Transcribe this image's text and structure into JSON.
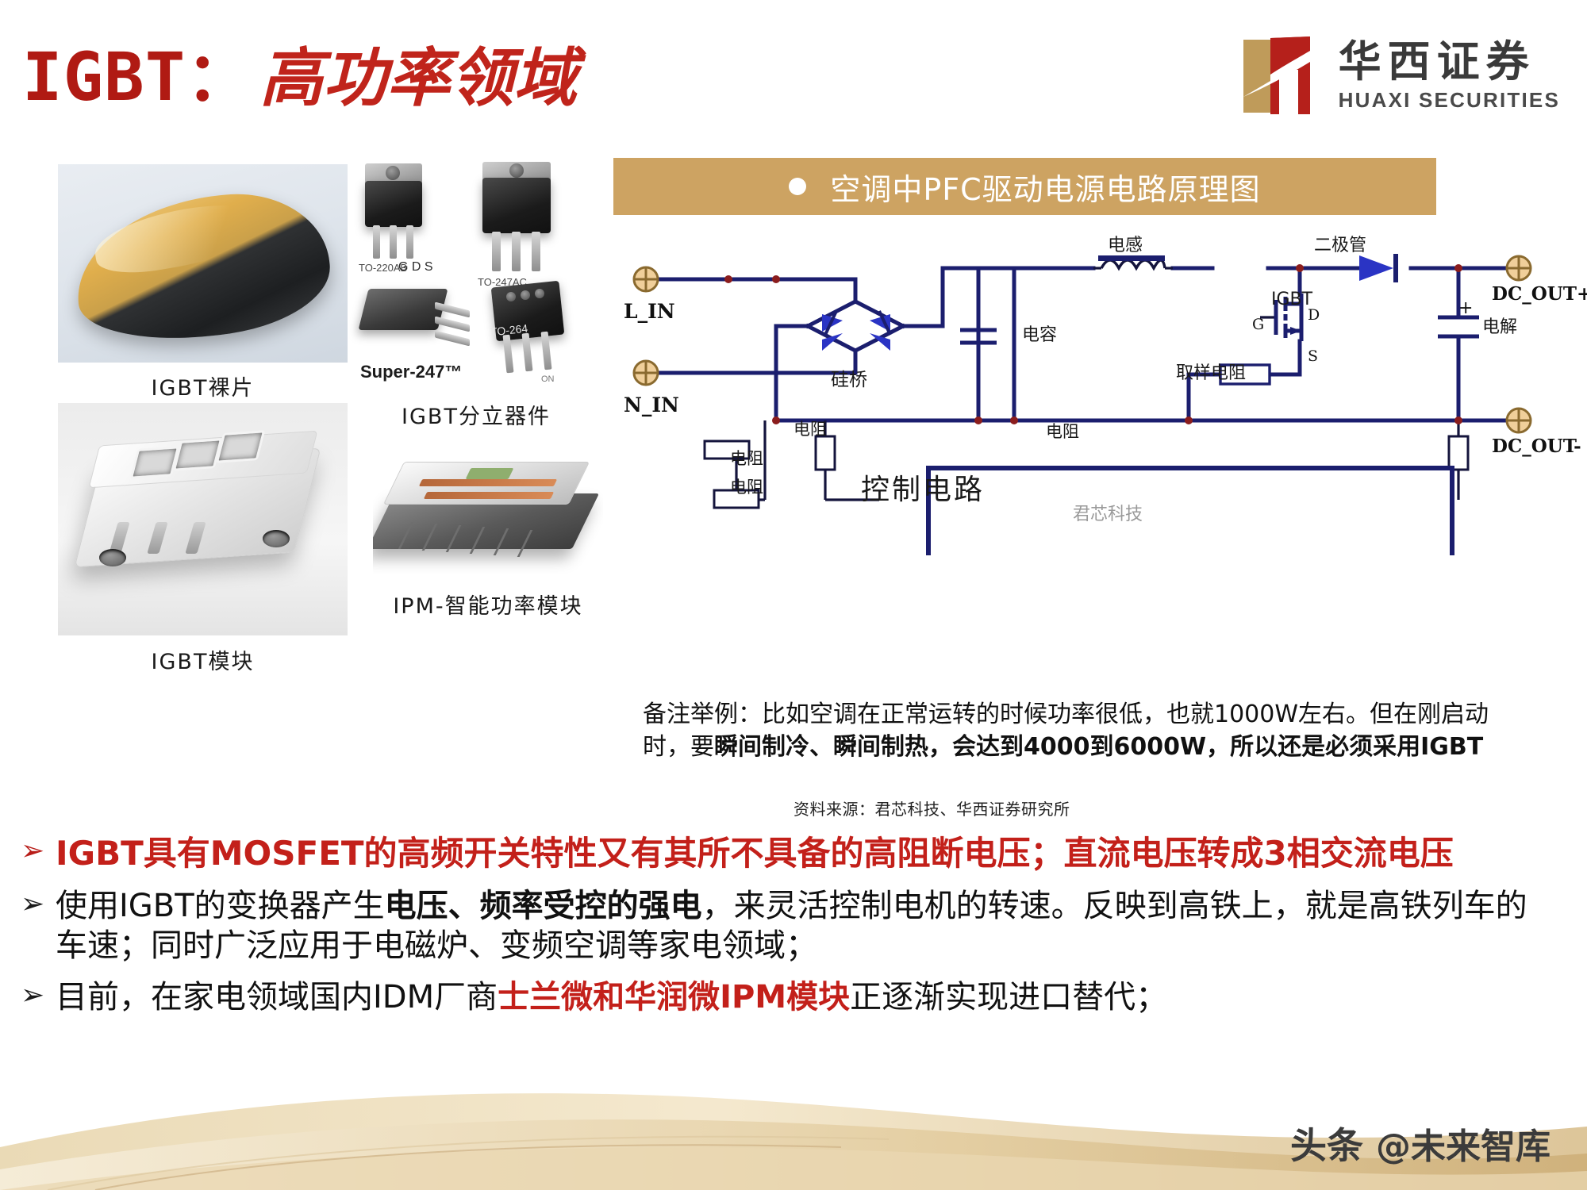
{
  "slide": {
    "title_en": "IGBT：",
    "title_cn": "高功率领域"
  },
  "logo": {
    "cn": "华西证券",
    "en": "HUAXI SECURITIES",
    "gold": "#bf9b5a",
    "red": "#b5201b"
  },
  "left_panel": {
    "captions": [
      {
        "key": "die",
        "text": "IGBT裸片"
      },
      {
        "key": "discrete",
        "text": "IGBT分立器件"
      },
      {
        "key": "module",
        "text": "IGBT模块"
      },
      {
        "key": "ipm",
        "text": "IPM-智能功率模块"
      }
    ],
    "package_labels": {
      "to220": "TO-220AB",
      "to220_pins": "G D S",
      "to247": "TO-247AC",
      "super247": "Super-247™",
      "to264": "TO-264",
      "on": "ON"
    }
  },
  "right_panel": {
    "header": {
      "bullet_icon": "filled-circle-icon",
      "title": "空调中PFC驱动电源电路原理图",
      "bg_color": "#cda362"
    },
    "circuit_labels": {
      "l_in": "L_IN",
      "n_in": "N_IN",
      "bridge": "硅桥",
      "capacitor": "电容",
      "inductor": "电感",
      "diode": "二极管",
      "igbt": "IGBT",
      "igbt_g": "G",
      "igbt_d": "D",
      "igbt_s": "S",
      "dc_out_pos": "DC_OUT+",
      "dc_out_neg": "DC_OUT-",
      "electrolytic": "电解",
      "electrolytic_plus": "+",
      "sample_resistor": "取样电阻",
      "resistor": "电阻",
      "control_circuit": "控制电路",
      "wechat_watermark": "君芯科技"
    },
    "note": {
      "plain_1": "备注举例：比如空调在正常运转的时候功率很低，也就1000W左右。但在刚启动时，要",
      "bold_1": "瞬间制冷、瞬间制热，会达到4000到6000W，所以还是必须采用IGBT"
    },
    "source": "资料来源：君芯科技、华西证券研究所"
  },
  "bullets": [
    {
      "marker": "➢",
      "style": "red",
      "text": "IGBT具有MOSFET的高频开关特性又有其所不具备的高阻断电压；直流电压转成3相交流电压"
    },
    {
      "marker": "➢",
      "style": "dark",
      "segments": [
        {
          "t": "使用IGBT的变换器产生",
          "w": "normal"
        },
        {
          "t": "电压、频率受控的强电",
          "w": "bold"
        },
        {
          "t": "，来灵活控制电机的转速。反映到高铁上，就是高铁列车的车速；同时广泛应用于电磁炉、变频空调等家电领域；",
          "w": "normal"
        }
      ]
    },
    {
      "marker": "➢",
      "style": "dark",
      "segments": [
        {
          "t": "目前，在家电领域国内IDM厂商",
          "w": "normal"
        },
        {
          "t": "士兰微和华润微IPM模块",
          "w": "hl"
        },
        {
          "t": "正逐渐实现进口替代；",
          "w": "normal"
        }
      ]
    }
  ],
  "watermark": {
    "left": "头条",
    "right": "@未来智库"
  }
}
